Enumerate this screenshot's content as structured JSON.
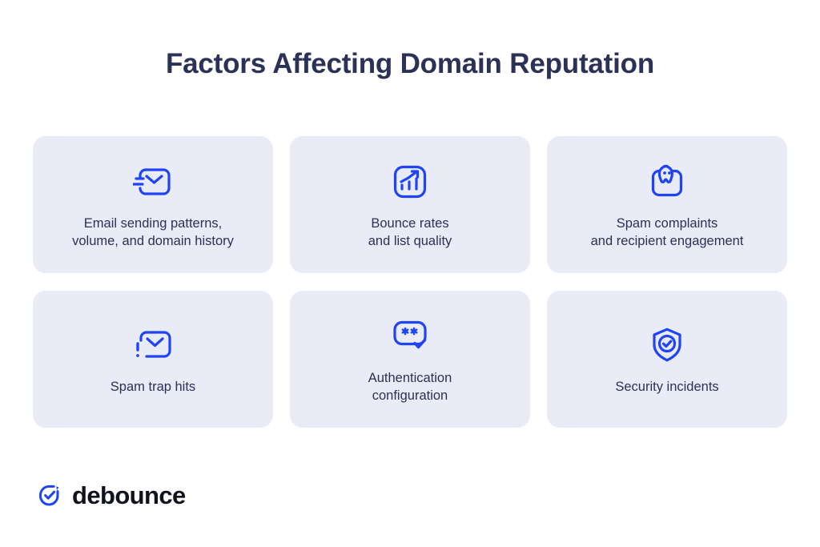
{
  "title": "Factors Affecting Domain Reputation",
  "colors": {
    "icon_blue": "#1f44f5",
    "card_background": "#e9ebf7",
    "title_text": "#2b3157",
    "card_text": "#2b3157",
    "page_background": "#ffffff",
    "brand_text": "#10121c"
  },
  "cards": [
    {
      "icon": "envelope-sending-icon",
      "label": "Email sending patterns,\nvolume, and domain history"
    },
    {
      "icon": "growth-chart-icon",
      "label": "Bounce rates\nand list quality"
    },
    {
      "icon": "spam-face-icon",
      "label": "Spam complaints\nand recipient engagement"
    },
    {
      "icon": "envelope-alert-icon",
      "label": "Spam trap hits"
    },
    {
      "icon": "password-check-icon",
      "label": "Authentication\nconfiguration"
    },
    {
      "icon": "shield-check-icon",
      "label": "Security incidents"
    }
  ],
  "brand": {
    "name": "debounce",
    "mark": "circle-check-icon"
  }
}
